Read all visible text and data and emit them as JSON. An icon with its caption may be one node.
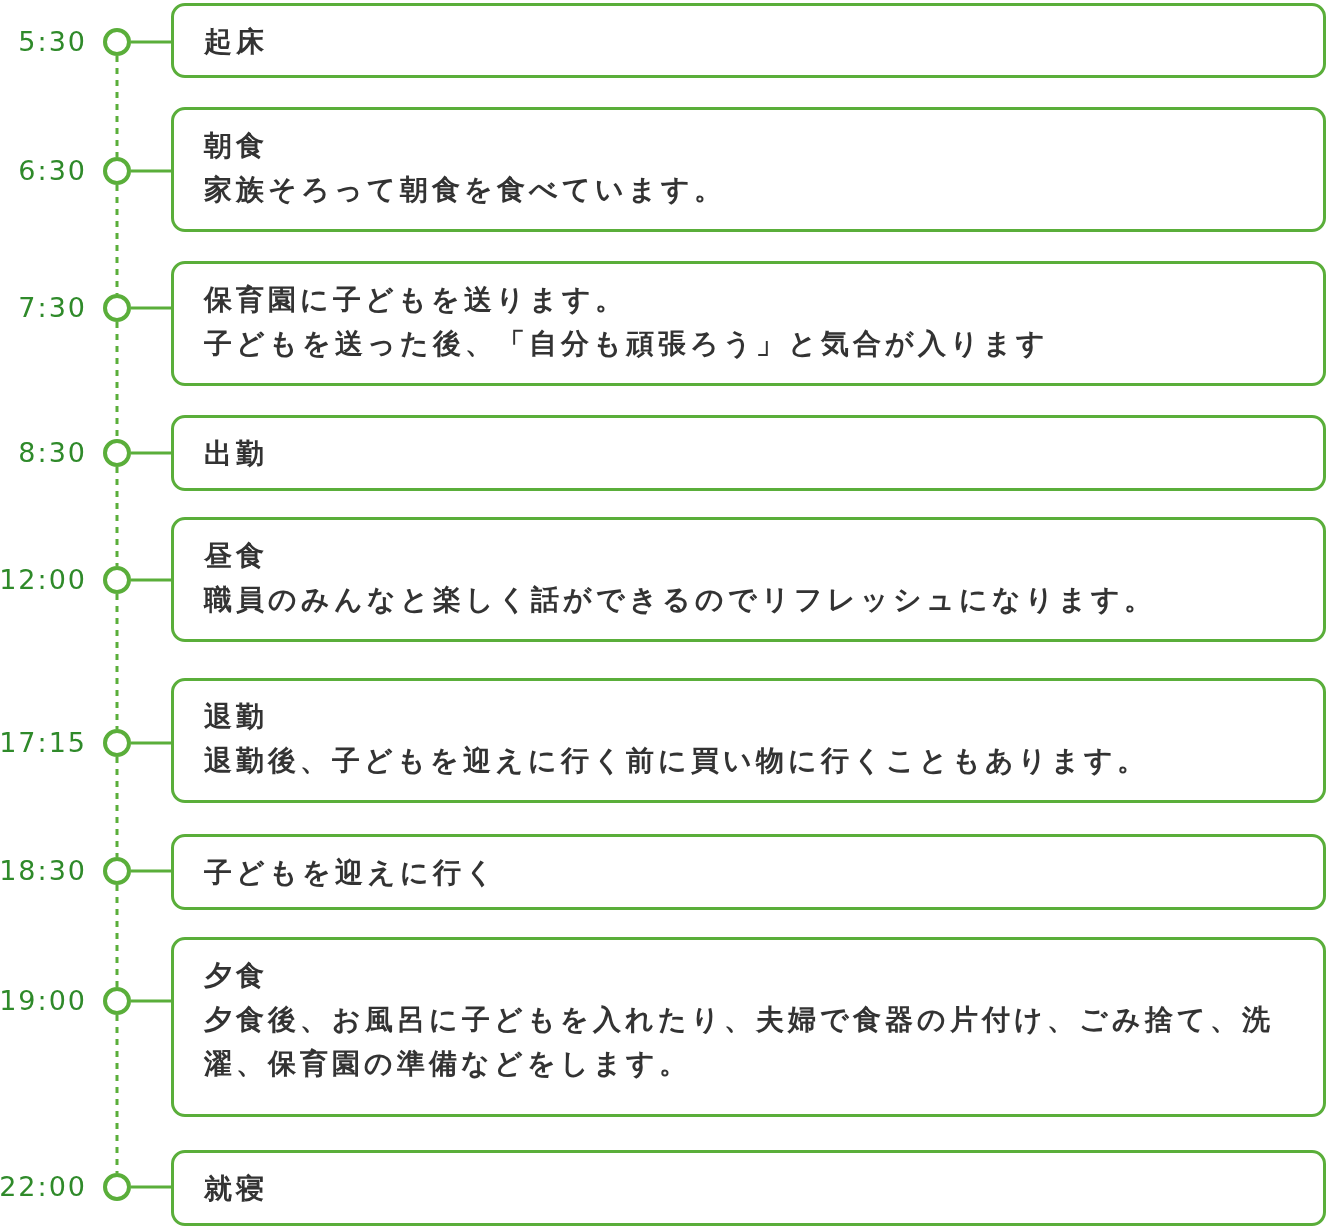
{
  "diagram": {
    "nodes": [
      {
        "text": [],
        "shape": "circle",
        "beside": [
          "5:30"
        ]
      },
      {
        "text": [
          "起床"
        ]
      },
      {
        "text": [],
        "shape": "circle",
        "beside": [
          "6:30"
        ]
      },
      {
        "text": [
          "朝食",
          "家族そろって朝食を食べています。"
        ]
      },
      {
        "text": [],
        "shape": "circle",
        "beside": [
          "7:30"
        ]
      },
      {
        "text": [
          "保育園に子どもを送ります。",
          "子どもを送った後、「自分も頑張ろう」と気合が入ります"
        ]
      },
      {
        "text": [],
        "shape": "circle",
        "beside": [
          "8:30"
        ]
      },
      {
        "text": [
          "出勤"
        ]
      },
      {
        "text": [],
        "shape": "circle",
        "beside": [
          "12:00"
        ]
      },
      {
        "text": [
          "昼食",
          "職員のみんなと楽しく話ができるのでリフレッシュになります。"
        ]
      },
      {
        "text": [],
        "shape": "circle",
        "beside": [
          "17:15"
        ]
      },
      {
        "text": [
          "退勤",
          "退勤後、子どもを迎えに行く前に買い物に行くこともあります。"
        ]
      },
      {
        "text": [],
        "shape": "circle",
        "beside": [
          "18:30"
        ]
      },
      {
        "text": [
          "子どもを迎えに行く"
        ]
      },
      {
        "text": [],
        "shape": "circle",
        "beside": [
          "19:00"
        ]
      },
      {
        "text": [
          "夕食",
          "夕食後、お風呂に子どもを入れたり、夫婦で食器の片付け、ごみ捨て、洗濯、保育園の準備などをします。"
        ]
      },
      {
        "text": [],
        "shape": "circle",
        "beside": [
          "22:00"
        ]
      },
      {
        "text": [
          "就寝"
        ]
      }
    ],
    "edges": [
      {
        "from": 0,
        "to": 1,
        "arrow": "none"
      },
      {
        "from": 0,
        "to": 2,
        "arrow": "none",
        "style": "dashed"
      },
      {
        "from": 2,
        "to": 3,
        "arrow": "none"
      },
      {
        "from": 2,
        "to": 4,
        "arrow": "none",
        "style": "dashed"
      },
      {
        "from": 4,
        "to": 5,
        "arrow": "none"
      },
      {
        "from": 4,
        "to": 6,
        "arrow": "none",
        "style": "dashed"
      },
      {
        "from": 6,
        "to": 7,
        "arrow": "none"
      },
      {
        "from": 6,
        "to": 8,
        "arrow": "none",
        "style": "dashed"
      },
      {
        "from": 8,
        "to": 9,
        "arrow": "none"
      },
      {
        "from": 8,
        "to": 10,
        "arrow": "none",
        "style": "dashed"
      },
      {
        "from": 10,
        "to": 11,
        "arrow": "none"
      },
      {
        "from": 10,
        "to": 12,
        "arrow": "none",
        "style": "dashed"
      },
      {
        "from": 12,
        "to": 13,
        "arrow": "none"
      },
      {
        "from": 12,
        "to": 14,
        "arrow": "none",
        "style": "dashed"
      },
      {
        "from": 14,
        "to": 15,
        "arrow": "none"
      },
      {
        "from": 14,
        "to": 16,
        "arrow": "none",
        "style": "dashed"
      },
      {
        "from": 16,
        "to": 17,
        "arrow": "none"
      }
    ]
  }
}
